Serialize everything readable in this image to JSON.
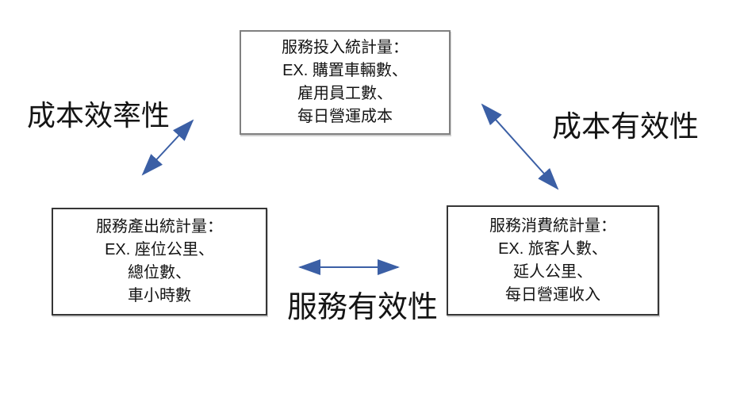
{
  "colors": {
    "arrow": "#3B5FA5",
    "text": "#141414",
    "background": "#ffffff",
    "box_border_top": "#808080",
    "box_border_bottom": "#363636"
  },
  "boxes": {
    "service_input": {
      "lines": [
        "服務投入統計量：",
        "EX. 購置車輛數、",
        "雇用員工數、",
        "每日營運成本"
      ]
    },
    "service_output": {
      "lines": [
        "服務產出統計量：",
        "EX. 座位公里、",
        "總位數、",
        "車小時數"
      ]
    },
    "service_consumption": {
      "lines": [
        "服務消費統計量：",
        "EX. 旅客人數、",
        "延人公里、",
        "每日營運收入"
      ]
    }
  },
  "labels": {
    "cost_efficiency": "成本效率性",
    "cost_effectiveness": "成本有效性",
    "service_effectiveness": "服務有效性"
  }
}
